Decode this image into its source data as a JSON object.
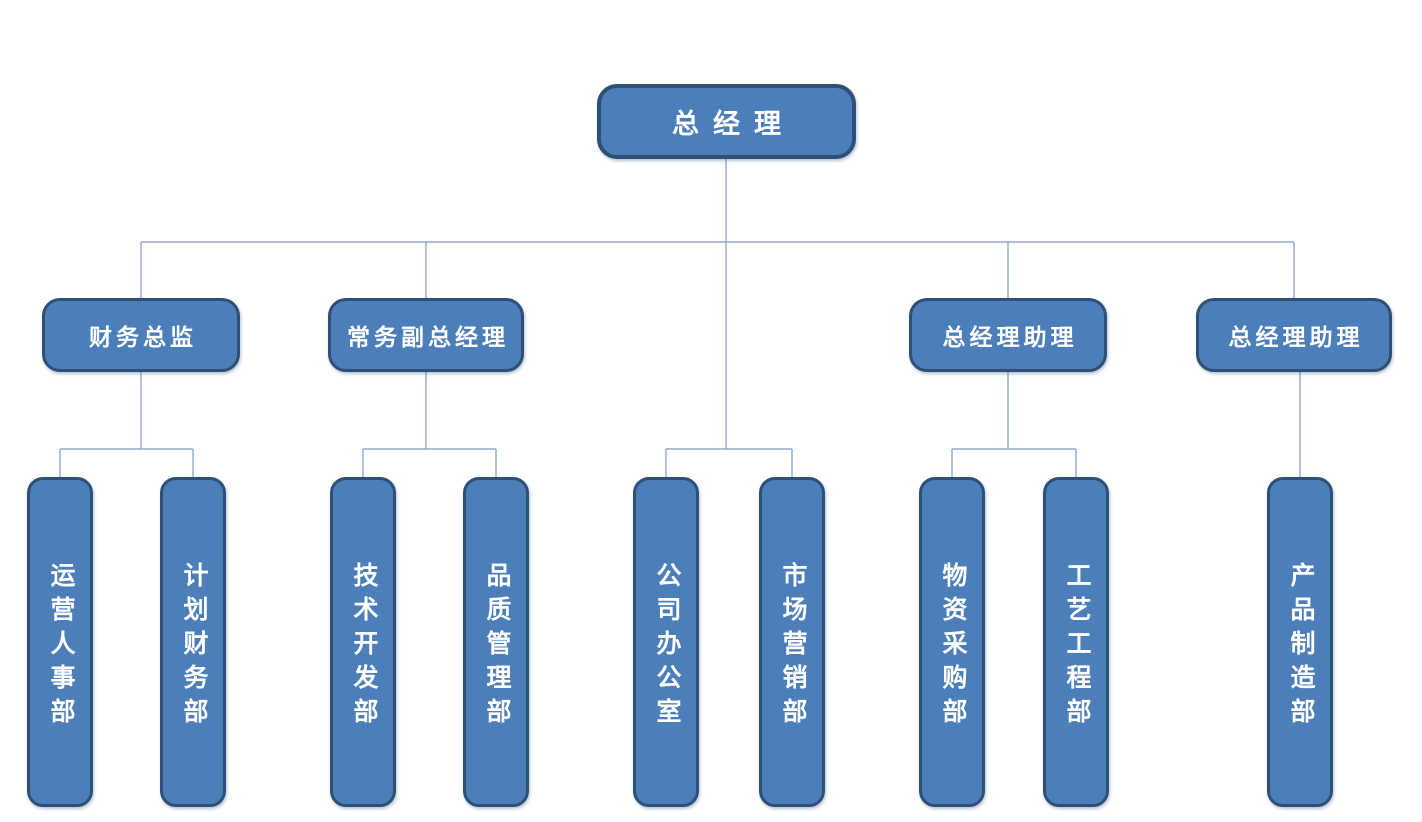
{
  "org": {
    "type": "org-chart",
    "colors": {
      "node_fill": "#4c7eba",
      "node_border": "#2e5077",
      "connector": "#7e9cc6",
      "node_text": "#ffffff",
      "page_bg": "#ffffff"
    },
    "root": {
      "label": "总经理"
    },
    "managers": [
      {
        "label": "财务总监",
        "reports_to": "总经理"
      },
      {
        "label": "常务副总经理",
        "reports_to": "总经理"
      },
      {
        "label": "总经理助理",
        "reports_to": "总经理"
      },
      {
        "label": "总经理助理",
        "reports_to": "总经理"
      }
    ],
    "departments": [
      {
        "label": "运营人事部",
        "reports_to": "财务总监"
      },
      {
        "label": "计划财务部",
        "reports_to": "财务总监"
      },
      {
        "label": "技术开发部",
        "reports_to": "常务副总经理"
      },
      {
        "label": "品质管理部",
        "reports_to": "常务副总经理"
      },
      {
        "label": "公司办公室",
        "reports_to": "总经理"
      },
      {
        "label": "市场营销部",
        "reports_to": "总经理"
      },
      {
        "label": "物资采购部",
        "reports_to": "总经理助理"
      },
      {
        "label": "工艺工程部",
        "reports_to": "总经理助理"
      },
      {
        "label": "产品制造部",
        "reports_to": "总经理助理"
      }
    ]
  }
}
